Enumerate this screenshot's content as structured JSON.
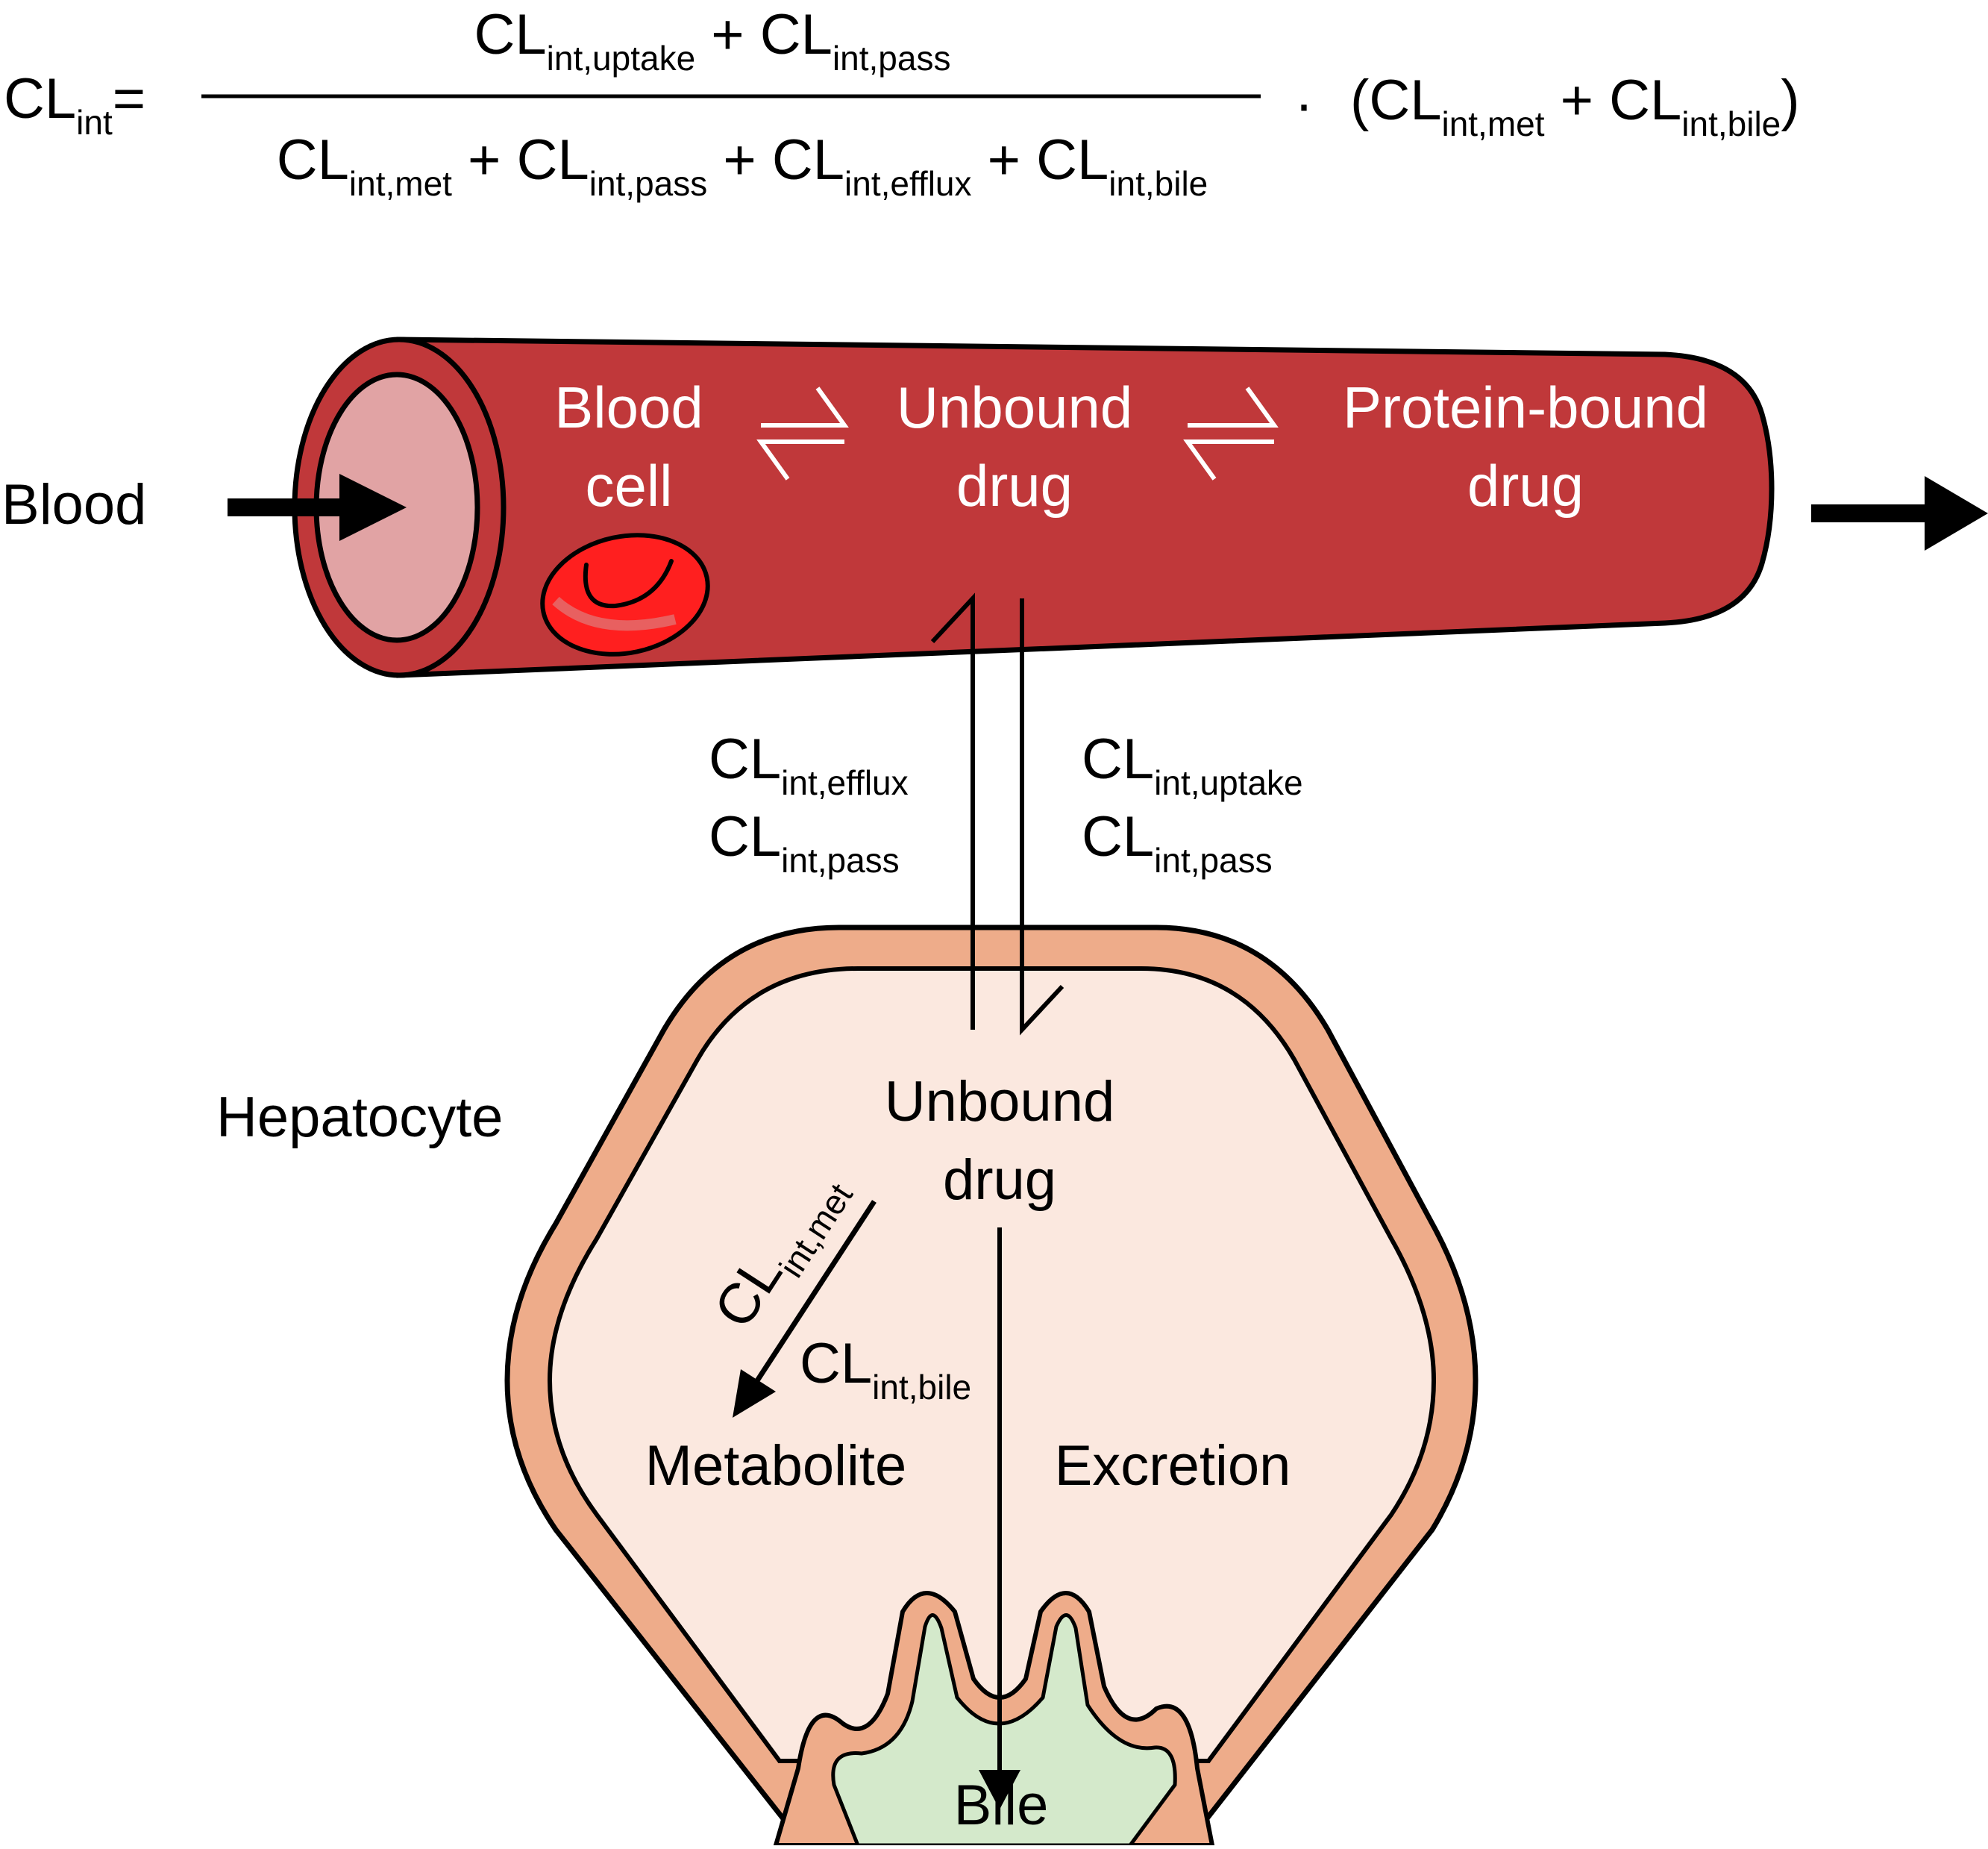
{
  "equation": {
    "lhs": "CL",
    "lhs_sub": "int",
    "equals": "=",
    "numerator": [
      {
        "base": "CL",
        "sub": "int,uptake"
      },
      {
        "op": "+"
      },
      {
        "base": "CL",
        "sub": "int,pass"
      }
    ],
    "denominator": [
      {
        "base": "CL",
        "sub": "int,met"
      },
      {
        "op": "+"
      },
      {
        "base": "CL",
        "sub": "int,pass"
      },
      {
        "op": "+"
      },
      {
        "base": "CL",
        "sub": "int,efflux"
      },
      {
        "op": "+"
      },
      {
        "base": "CL",
        "sub": "int,bile"
      }
    ],
    "dot": "·",
    "paren_open": "(",
    "factor": [
      {
        "base": "CL",
        "sub": "int,met"
      },
      {
        "op": "+"
      },
      {
        "base": "CL",
        "sub": "int,bile"
      }
    ],
    "paren_close": ")"
  },
  "blood_vessel": {
    "inflow_label": "Blood",
    "blood_cell_line1": "Blood",
    "blood_cell_line2": "cell",
    "unbound_line1": "Unbound",
    "unbound_line2": "drug",
    "protein_line1": "Protein-bound",
    "protein_line2": "drug"
  },
  "transport": {
    "efflux": {
      "base": "CL",
      "sub": "int,efflux"
    },
    "efflux_pass": {
      "base": "CL",
      "sub": "int,pass"
    },
    "uptake": {
      "base": "CL",
      "sub": "int,uptake"
    },
    "uptake_pass": {
      "base": "CL",
      "sub": "int,pass"
    }
  },
  "hepatocyte": {
    "label": "Hepatocyte",
    "unbound_line1": "Unbound",
    "unbound_line2": "drug",
    "met_clearance": {
      "base": "CL",
      "sub": "int,met"
    },
    "bile_clearance": {
      "base": "CL",
      "sub": "int,bile"
    },
    "metabolite": "Metabolite",
    "excretion": "Excretion",
    "bile": "Bile"
  },
  "colors": {
    "vessel_red": "#c0383a",
    "vessel_lumen": "#e1a3a4",
    "rbc_red": "#ff1f1f",
    "hepatocyte_membrane": "#eeac8a",
    "hepatocyte_cytoplasm": "#fbe8df",
    "bile_green": "#d4e9cb"
  }
}
